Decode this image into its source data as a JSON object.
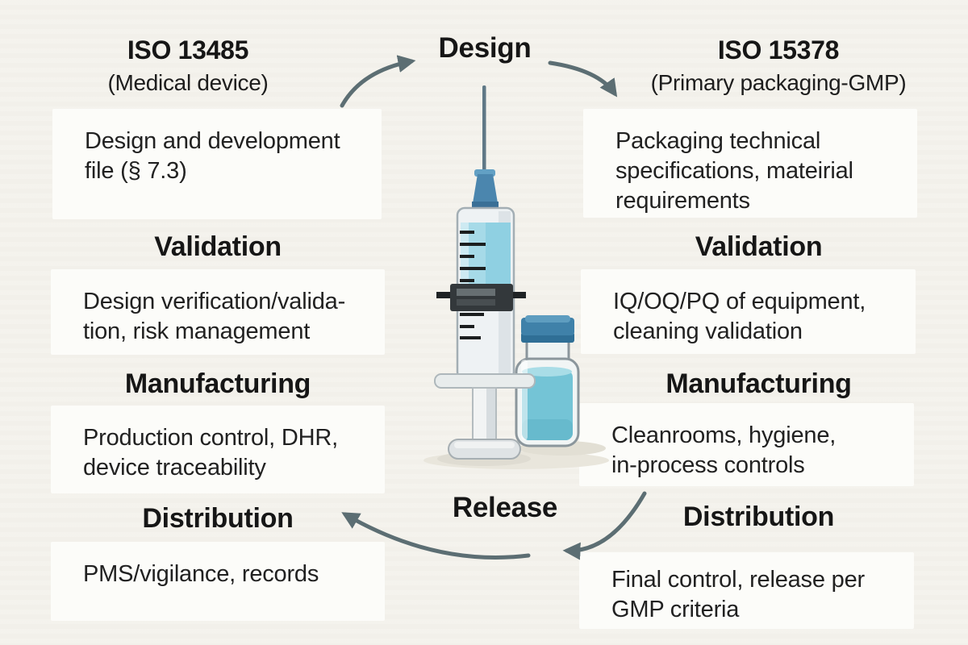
{
  "palette": {
    "background": "#f4f2ec",
    "card": "#fcfcf9",
    "heading_text": "#161616",
    "body_text": "#212121",
    "arrow": "#5c6e73",
    "syringe_hub_blue": "#4b86ae",
    "syringe_liquid_blue": "#a6dae8",
    "vial_cap_blue": "#3f81a9",
    "vial_liquid_blue": "#74c4d6"
  },
  "center": {
    "top_stage": "Design",
    "bottom_stage": "Release",
    "illustration": "syringe-and-vial"
  },
  "left_column": {
    "title": "ISO 13485",
    "subtitle": "(Medical device)",
    "sections": [
      {
        "body": "Design and development\nfile (§ 7.3)"
      },
      {
        "heading": "Validation",
        "body": "Design verification/valida-\ntion, risk management"
      },
      {
        "heading": "Manufacturing",
        "body": "Production control, DHR,\ndevice traceability"
      },
      {
        "heading": "Distribution",
        "body": "PMS/vigilance, records"
      }
    ]
  },
  "right_column": {
    "title": "ISO 15378",
    "subtitle": "(Primary packaging-GMP)",
    "sections": [
      {
        "body": "Packaging technical\nspecifications, mateirial\nrequirements"
      },
      {
        "heading": "Validation",
        "body": "IQ/OQ/PQ of equipment,\ncleaning validation"
      },
      {
        "heading": "Manufacturing",
        "body": "Cleanrooms, hygiene,\nin-process controls"
      },
      {
        "heading": "Distribution",
        "body": "Final control, release per\nGMP criteria"
      }
    ]
  }
}
